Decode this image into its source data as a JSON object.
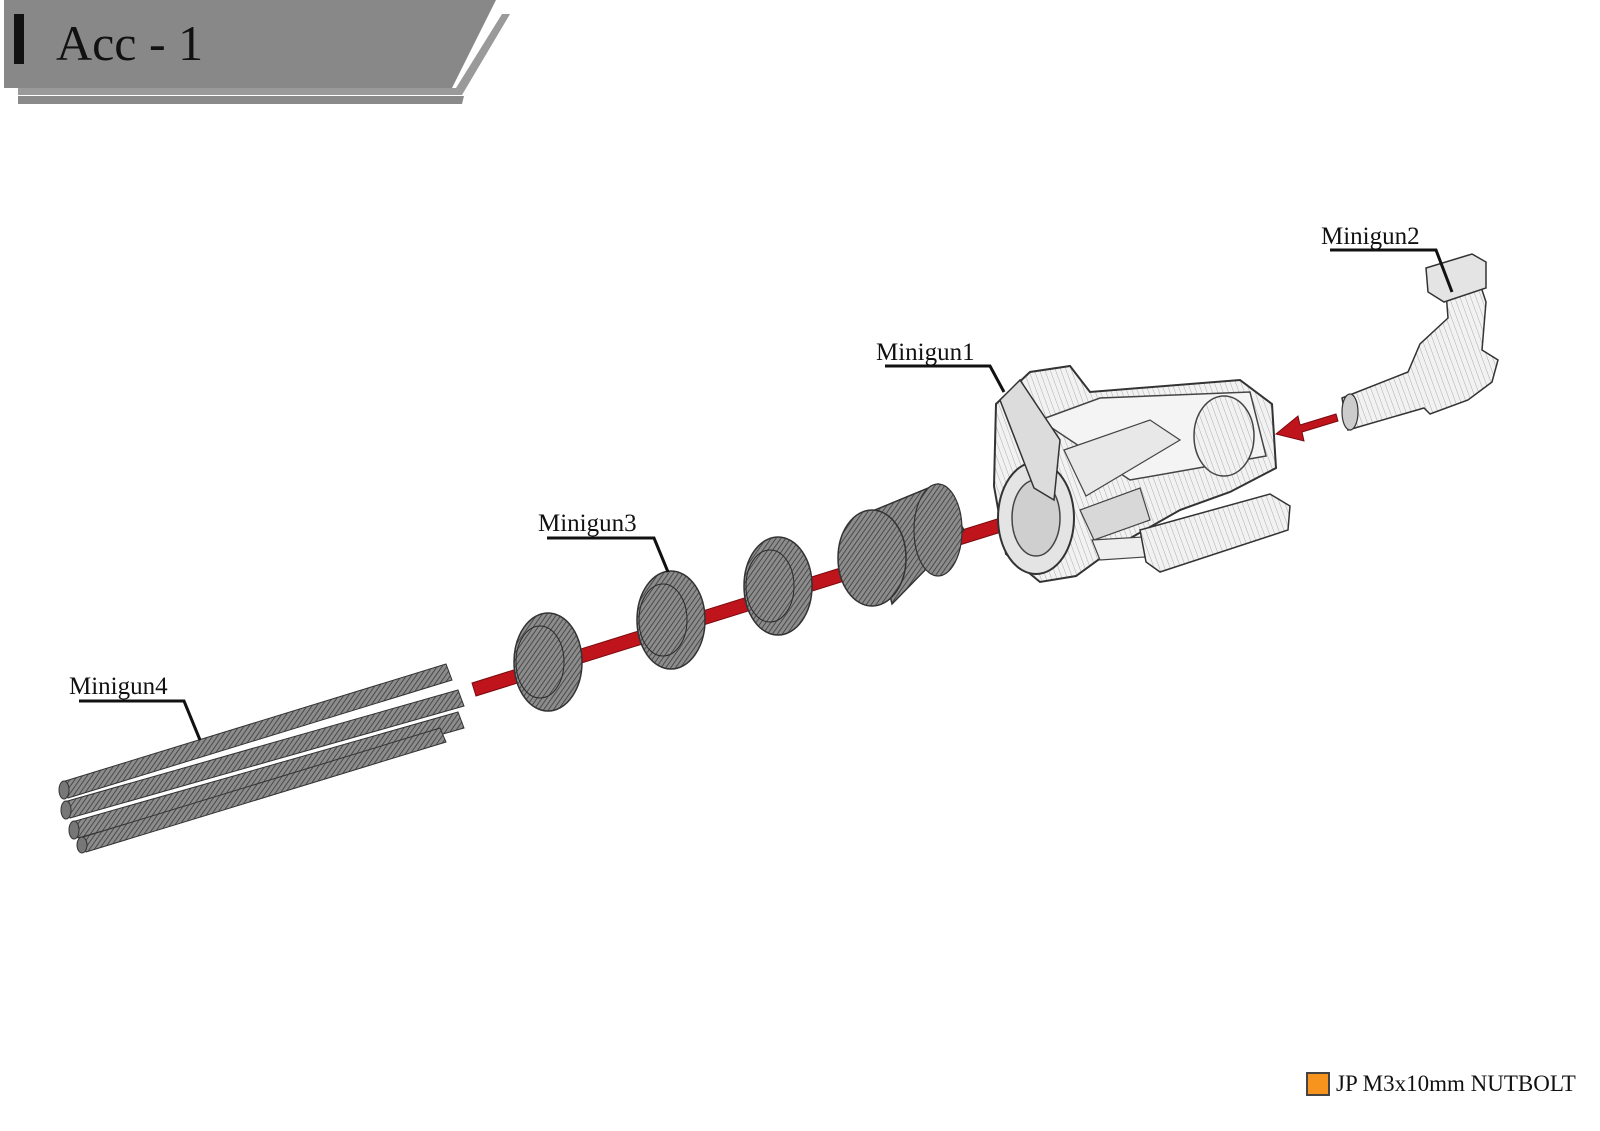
{
  "header": {
    "title": "Acc - 1"
  },
  "parts": [
    {
      "id": "minigun1",
      "label": "Minigun1"
    },
    {
      "id": "minigun2",
      "label": "Minigun2"
    },
    {
      "id": "minigun3",
      "label": "Minigun3"
    },
    {
      "id": "minigun4",
      "label": "Minigun4"
    }
  ],
  "legend": {
    "label": "JP M3x10mm NUTBOLT",
    "swatch_color": "#f7941d"
  },
  "colors": {
    "banner_fill": "#888888",
    "banner_shadow": "#9a9a9a",
    "banner_bar": "#111111",
    "arrow": "#c0141c",
    "part_fill": "#eeeeee",
    "part_hatch": "#555555",
    "part_outline": "#333333"
  }
}
